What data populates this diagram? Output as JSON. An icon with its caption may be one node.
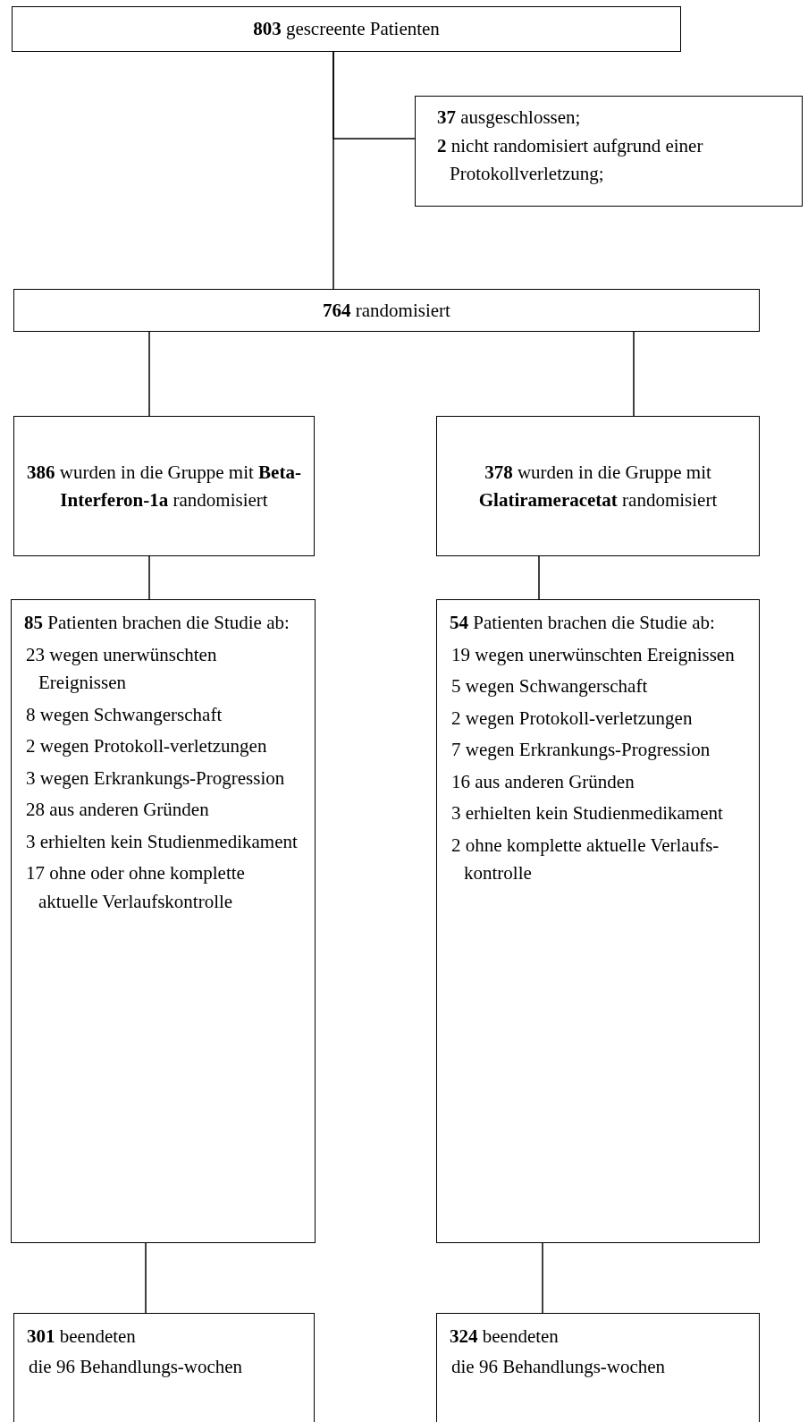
{
  "diagram": {
    "nodes": [
      {
        "text": [
          "**803** gescreente Patienten"
        ]
      },
      {
        "text": [
          "**37** ausgeschlossen;",
          "**2** nicht randomisiert aufgrund einer Protokollverletzung;"
        ]
      },
      {
        "text": [
          "**764** randomisiert"
        ]
      },
      {
        "text": [
          "**386** wurden in die Gruppe mit **Beta-Interferon-1a** randomisiert"
        ]
      },
      {
        "text": [
          "**378** wurden in die Gruppe mit **Glatirameracetat** randomisiert"
        ]
      },
      {
        "text": [
          "**85** Patienten brachen die Studie ab:",
          "23 wegen unerwünschten Ereignissen",
          "8 wegen Schwangerschaft",
          "2 wegen Protokoll-verletzungen",
          "3 wegen Erkrankungs-Progression",
          "28 aus anderen Gründen",
          "3 erhielten kein Studienmedikament",
          "17 ohne oder ohne komplette aktuelle Verlaufskontrolle"
        ]
      },
      {
        "text": [
          "**54** Patienten brachen die Studie ab:",
          "19 wegen unerwünschten Ereignissen",
          "5 wegen Schwangerschaft",
          "2 wegen Protokoll-verletzungen",
          "7 wegen Erkrankungs-Progression",
          "16 aus anderen Gründen",
          "3 erhielten kein Studienmedikament",
          "2 ohne komplette aktuelle Verlaufs-kontrolle"
        ]
      },
      {
        "text": [
          "**301** beendeten",
          "die 96 Behandlungs-wochen"
        ]
      },
      {
        "text": [
          "**324** beendeten",
          "die 96 Behandlungs-wochen"
        ]
      }
    ],
    "edges": [
      {
        "from": 0,
        "to": 1,
        "arrow": "none"
      },
      {
        "from": 0,
        "to": 2,
        "arrow": "none"
      },
      {
        "from": 2,
        "to": 3,
        "arrow": "none"
      },
      {
        "from": 2,
        "to": 4,
        "arrow": "none"
      },
      {
        "from": 3,
        "to": 5,
        "arrow": "none"
      },
      {
        "from": 4,
        "to": 6,
        "arrow": "none"
      },
      {
        "from": 5,
        "to": 7,
        "arrow": "none"
      },
      {
        "from": 6,
        "to": 8,
        "arrow": "none"
      }
    ]
  }
}
